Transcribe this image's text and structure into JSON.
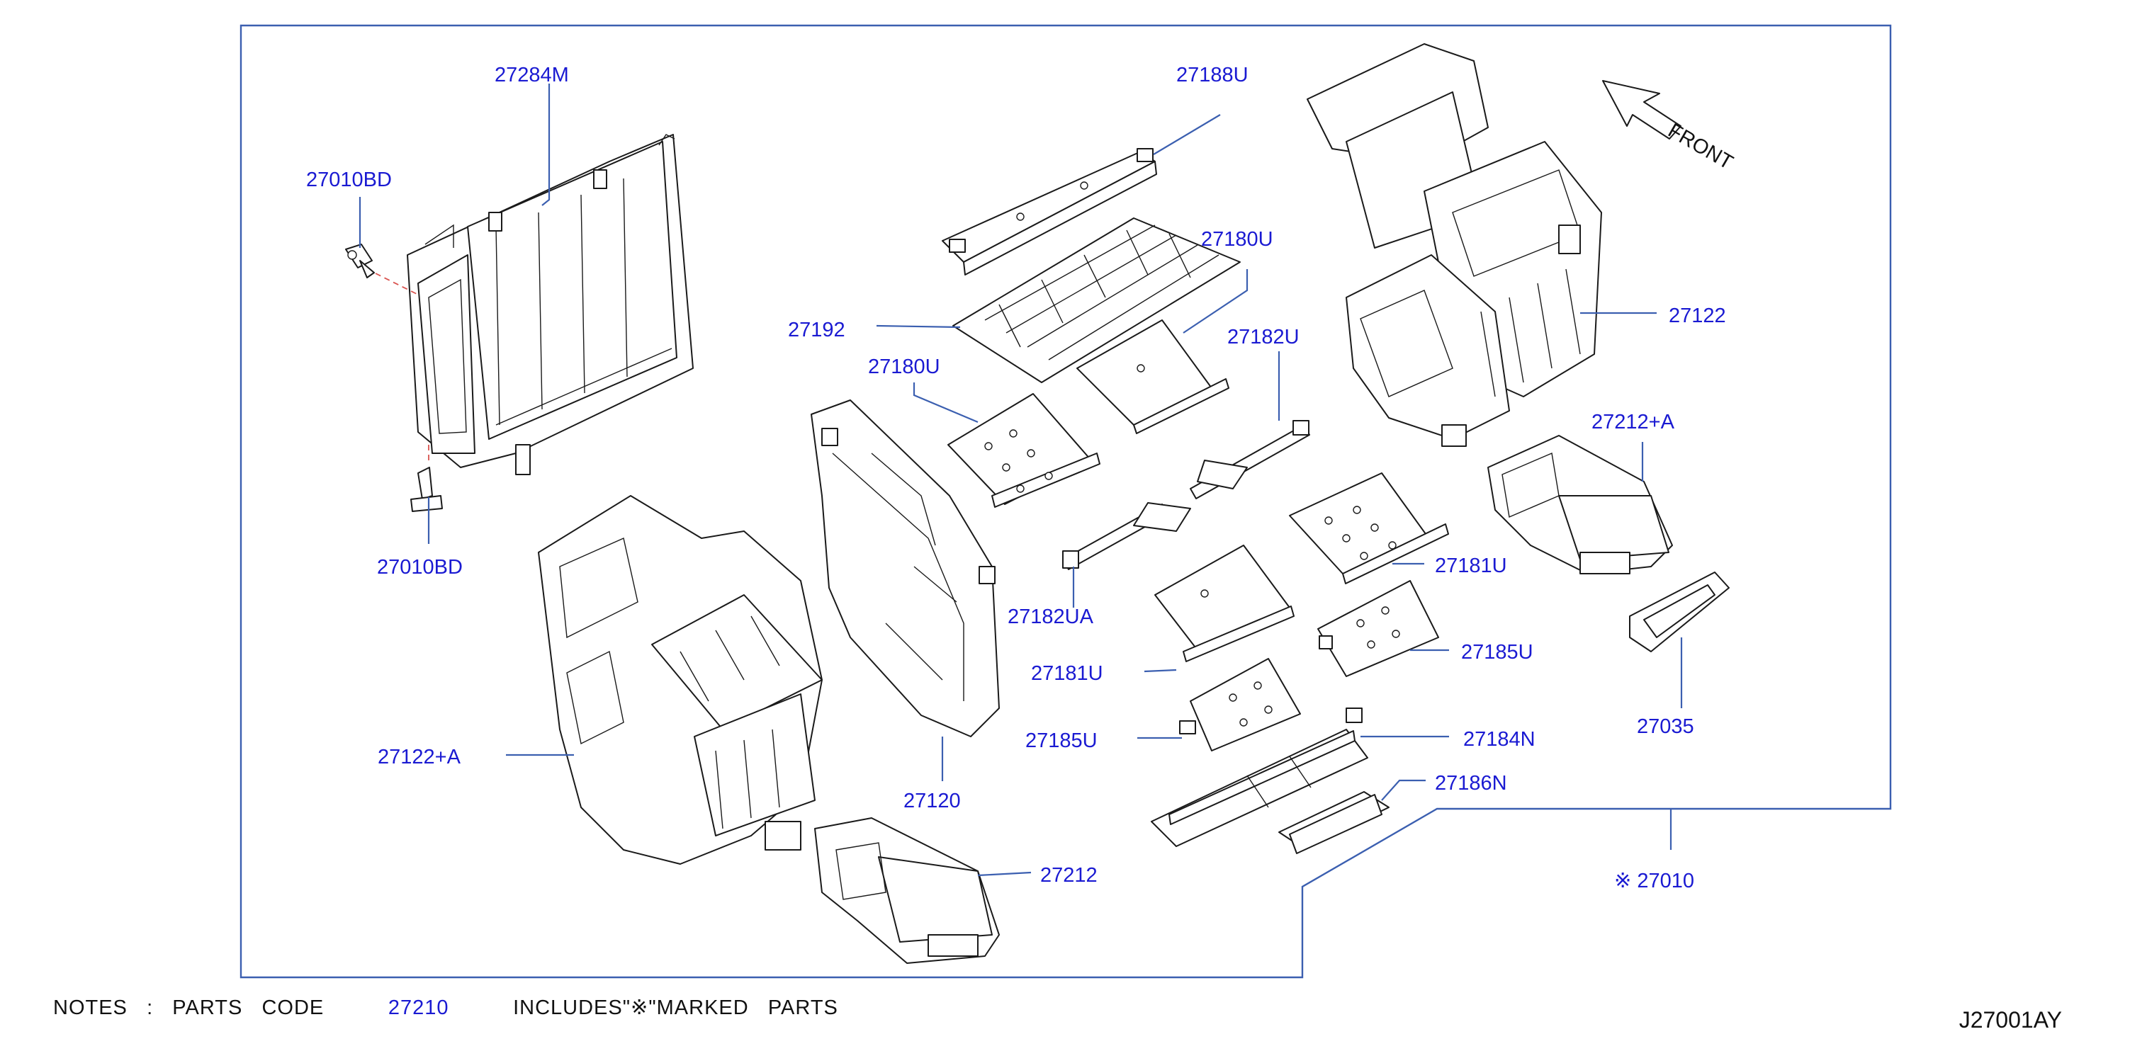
{
  "labels": {
    "l27284M": "27284M",
    "l27010BD_top": "27010BD",
    "l27010BD_bot": "27010BD",
    "l27188U": "27188U",
    "l27180U_a": "27180U",
    "l27180U_b": "27180U",
    "l27192": "27192",
    "l27182U": "27182U",
    "l27182UA": "27182UA",
    "l27122": "27122",
    "l27212A": "27212+A",
    "l27181U_a": "27181U",
    "l27181U_b": "27181U",
    "l27185U_a": "27185U",
    "l27185U_b": "27185U",
    "l27184N": "27184N",
    "l27186N": "27186N",
    "l27035": "27035",
    "l27120": "27120",
    "l27122A": "27122+A",
    "l27212": "27212",
    "l27010": "※ 27010",
    "front": "FRONT"
  },
  "notes": {
    "prefix": "NOTES   :   PARTS   CODE",
    "code": "27210",
    "suffix": "INCLUDES\"※\"MARKED   PARTS"
  },
  "reference": "J27001AY",
  "colors": {
    "label": "#1a1ad2",
    "leader": "#3b5fb0",
    "line_art": "#1a1a1a"
  }
}
